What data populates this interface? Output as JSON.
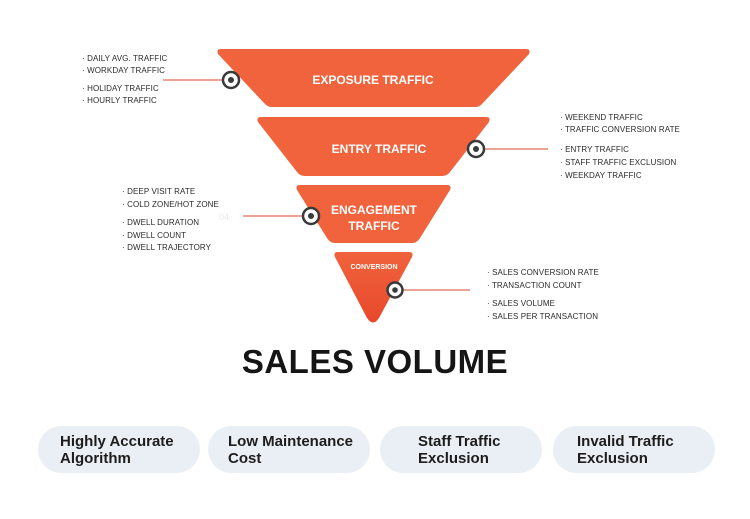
{
  "funnel": {
    "colors": {
      "stage_fill": "#f0633c",
      "stage_fill_bottom": "#e8482c",
      "connector": "#d94a2c",
      "marker_ring": "#3a3a3a"
    },
    "stages": [
      {
        "label": "EXPOSURE TRAFFIC"
      },
      {
        "label": "ENTRY TRAFFIC"
      },
      {
        "label_line1": "ENGAGEMENT",
        "label_line2": "TRAFFIC"
      },
      {
        "label": "CONVERSION"
      }
    ],
    "notes": {
      "exposure": [
        "· DAILY AVG. TRAFFIC",
        "· WORKDAY TRAFFIC",
        "· HOLIDAY TRAFFIC",
        "· HOURLY TRAFFIC"
      ],
      "entry": [
        "· WEEKEND TRAFFIC",
        "· TRAFFIC CONVERSION RATE",
        "· ENTRY TRAFFIC",
        "· STAFF TRAFFIC EXCLUSION",
        "· WEEKDAY TRAFFIC"
      ],
      "engagement": [
        "· DEEP VISIT RATE",
        "· COLD ZONE/HOT ZONE",
        "· DWELL DURATION",
        "· DWELL COUNT",
        "· DWELL TRAJECTORY"
      ],
      "conversion": [
        "· SALES CONVERSION RATE",
        "· TRANSACTION COUNT",
        "· SALES VOLUME",
        "· SALES PER TRANSACTION"
      ]
    },
    "ghost_text": "04"
  },
  "result": {
    "title": "SALES VOLUME"
  },
  "features": [
    {
      "label": "Highly Accurate\nAlgorithm"
    },
    {
      "label": "Low Maintenance\nCost"
    },
    {
      "label": "Staff Traffic\nExclusion"
    },
    {
      "label": "Invalid Traffic\nExclusion"
    }
  ]
}
